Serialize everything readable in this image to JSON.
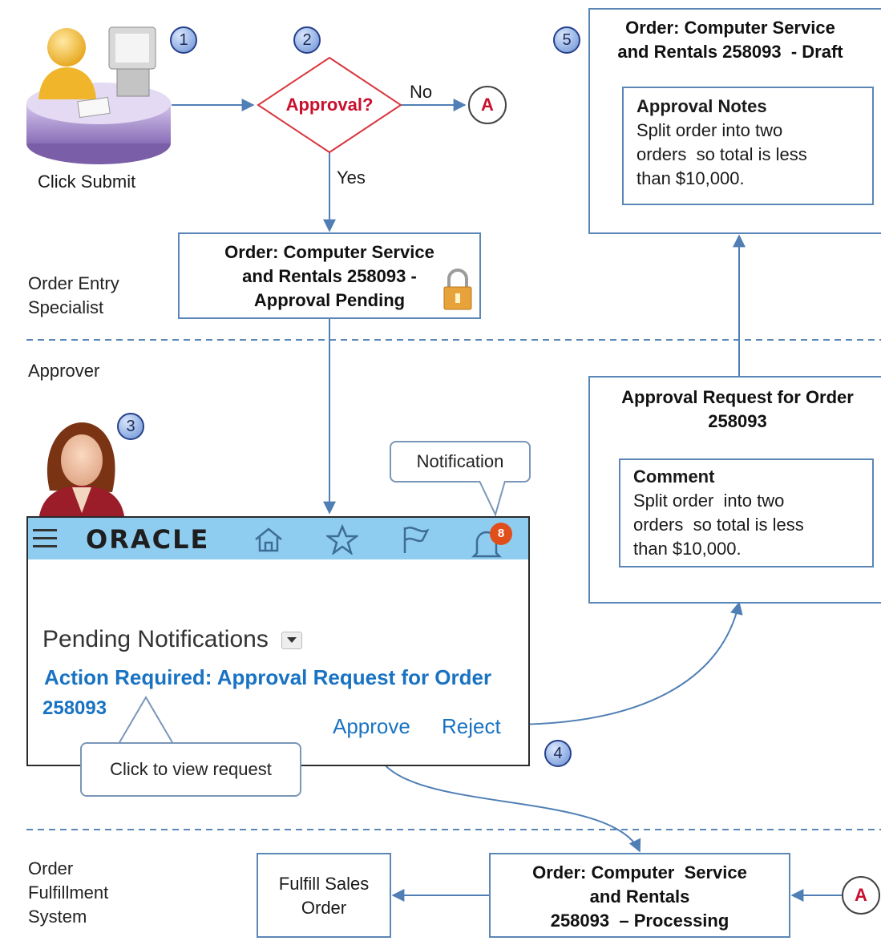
{
  "lanes": {
    "order_entry": "Order Entry\nSpecialist",
    "approver": "Approver",
    "fulfillment": "Order\nFulfillment\nSystem"
  },
  "steps": [
    "1",
    "2",
    "3",
    "4",
    "5"
  ],
  "start": {
    "label": "Click Submit"
  },
  "decision": {
    "label": "Approval?",
    "no": "No",
    "yes": "Yes"
  },
  "connector": "A",
  "pending_box": {
    "title": "Order: Computer Service\nand Rentals 258093 -\nApproval Pending"
  },
  "draft_box": {
    "title": "Order: Computer Service\nand Rentals 258093  - Draft",
    "notes_title": "Approval Notes",
    "notes_text": "Split order into two\norders  so total is less\nthan $10,000."
  },
  "request_box": {
    "title": "Approval Request for Order\n258093",
    "comment_title": "Comment",
    "comment_text": "Split order  into two\norders  so total is less\nthan $10,000."
  },
  "oracle_ui": {
    "logo": "ORACLE",
    "badge": "8",
    "notification_callout": "Notification",
    "pending_title": "Pending Notifications",
    "action_title": "Action Required: Approval Request for Order",
    "action_number": "258093",
    "approve": "Approve",
    "reject": "Reject",
    "view_callout": "Click to view  request"
  },
  "processing_box": {
    "title": "Order: Computer  Service\nand Rentals\n258093  – Processing"
  },
  "fulfill_box": {
    "title": "Fulfill Sales\nOrder"
  },
  "colors": {
    "line": "#4f7fb5",
    "dash": "#5b87b7",
    "decision": "#d9363e",
    "bar": "#8fcdf0",
    "link": "#1a73c2"
  }
}
